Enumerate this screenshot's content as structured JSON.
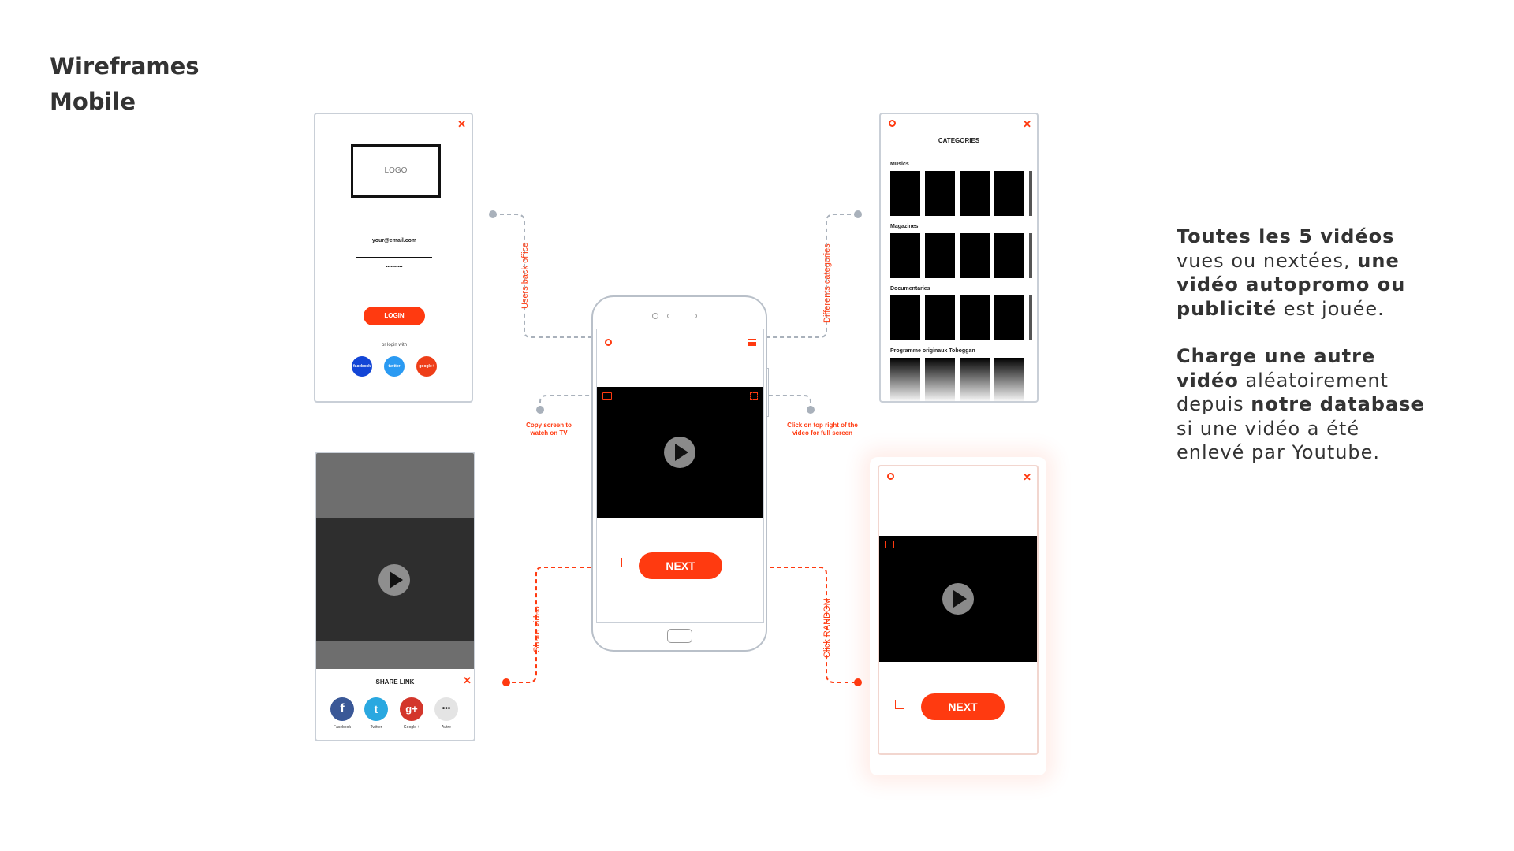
{
  "page_title": [
    "Wireframes",
    "Mobile"
  ],
  "side_text": {
    "p1": [
      {
        "t": "Toutes les 5 vidéos",
        "b": true
      },
      {
        "t": " vues ou nextées, ",
        "b": false
      },
      {
        "t": "une vidéo autopromo ou publicité",
        "b": true
      },
      {
        "t": " est jouée.",
        "b": false
      }
    ],
    "p2": [
      {
        "t": "Charge une autre vidéo",
        "b": true
      },
      {
        "t": " aléatoirement depuis ",
        "b": false
      },
      {
        "t": "notre database",
        "b": true
      },
      {
        "t": " si une vidéo a été enlevé par Youtube.",
        "b": false
      }
    ]
  },
  "login": {
    "logo": "LOGO",
    "email": "your@email.com",
    "password": "••••••••••",
    "button": "LOGIN",
    "or_login": "or login with",
    "social": [
      {
        "label": "facebook",
        "color": "#1345d6"
      },
      {
        "label": "twitter",
        "color": "#2a9af2"
      },
      {
        "label": "google+",
        "color": "#ee3e18"
      }
    ]
  },
  "categories": {
    "title": "CATEGORIES",
    "rows": [
      "Musics",
      "Magazines",
      "Documentaries",
      "Programme originaux Toboggan"
    ]
  },
  "share": {
    "title": "SHARE LINK",
    "items": [
      {
        "label": "Facebook",
        "glyph": "f",
        "color": "#3a5897"
      },
      {
        "label": "Twitter",
        "glyph": "t",
        "color": "#2aa8e0"
      },
      {
        "label": "Google +",
        "glyph": "g+",
        "color": "#d3362b"
      },
      {
        "label": "Autre",
        "glyph": "•••",
        "color": "#e4e4e4"
      }
    ]
  },
  "phone": {
    "next": "NEXT"
  },
  "random_screen": {
    "next": "NEXT"
  },
  "annotations": {
    "users_back_office": "Users back office",
    "different_categories": "Differents categories",
    "copy_screen": "Copy screen to watch on TV",
    "click_top_right": "Click on top right of the video for full screen",
    "share_video": "Share video",
    "click_random": "Click RANDOM"
  },
  "colors": {
    "accent": "#ff3a10",
    "connector": "#a9b1bb"
  }
}
